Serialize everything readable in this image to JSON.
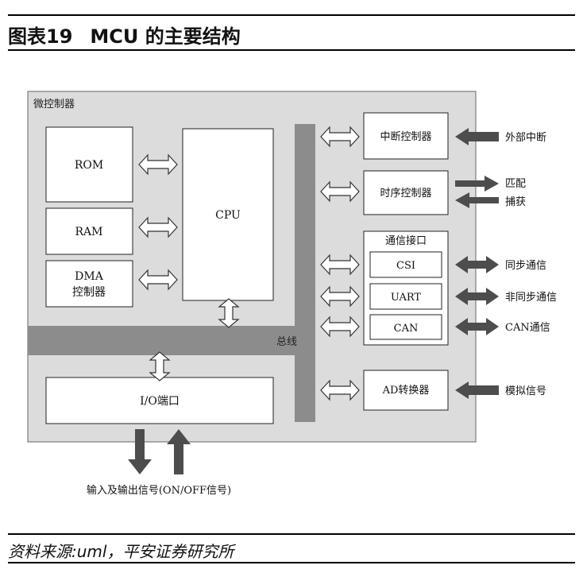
{
  "figure": {
    "number": "图表19",
    "title": "MCU 的主要结构"
  },
  "source": "资料来源:uml，平安证券研究所",
  "diagram": {
    "container_label": "微控制器",
    "bus_label": "总线",
    "blocks": {
      "rom": "ROM",
      "ram": "RAM",
      "dma_line1": "DMA",
      "dma_line2": "控制器",
      "cpu": "CPU",
      "io": "I/O端口",
      "interrupt_ctrl": "中断控制器",
      "timer_ctrl": "时序控制器",
      "comm_group": "通信接口",
      "csi": "CSI",
      "uart": "UART",
      "can": "CAN",
      "ad": "AD转换器"
    },
    "external": {
      "interrupt": "外部中断",
      "match": "匹配",
      "capture": "捕获",
      "sync_comm": "同步通信",
      "async_comm": "非同步通信",
      "can_comm": "CAN通信",
      "analog": "模拟信号",
      "io_signals": "输入及输出信号(ON/OFF信号)"
    }
  },
  "colors": {
    "container_bg": "#dcdcdc",
    "bus": "#8c8c8c",
    "block_fill": "#ffffff",
    "block_stroke": "#222222",
    "dark_arrow": "#4d4d4d"
  }
}
